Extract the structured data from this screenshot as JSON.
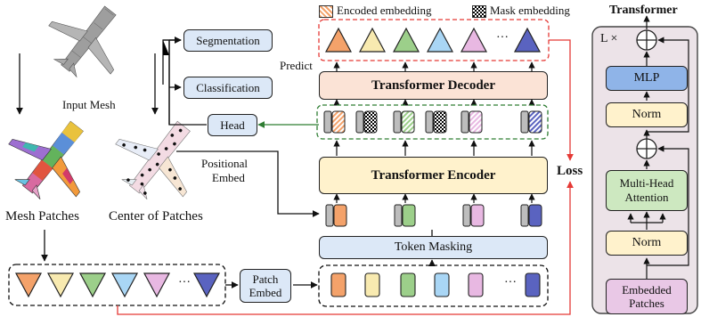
{
  "legend": {
    "encoded": "Encoded embedding",
    "mask": "Mask embedding"
  },
  "labels": {
    "input_mesh": "Input Mesh",
    "mesh_patches": "Mesh Patches",
    "center_of_patches": "Center of Patches",
    "positional_embed_line1": "Positional",
    "positional_embed_line2": "Embed",
    "predict": "Predict",
    "loss": "Loss",
    "ellipsis": "···"
  },
  "boxes": {
    "segmentation": "Segmentation",
    "classification": "Classification",
    "head": "Head",
    "decoder": "Transformer Decoder",
    "encoder": "Transformer Encoder",
    "token_masking": "Token Masking",
    "patch_embed_line1": "Patch",
    "patch_embed_line2": "Embed"
  },
  "transformer_block": {
    "title": "Transformer",
    "repeat": "L ×",
    "mlp": "MLP",
    "norm_top": "Norm",
    "attention_line1": "Multi-Head",
    "attention_line2": "Attention",
    "norm_bottom": "Norm",
    "input_line1": "Embedded",
    "input_line2": "Patches"
  },
  "colors": {
    "orange": "#f4a26a",
    "yellow": "#f8eab0",
    "green": "#9ccf8a",
    "blue": "#a9d6f5",
    "pink": "#e8b8e2",
    "navy": "#5a63c0",
    "decoder_fill": "#fbe3d6",
    "encoder_fill": "#fff2cc",
    "masking_fill": "#dce8f7",
    "mlp_fill": "#8fb4e8",
    "attention_fill": "#cde8c0",
    "norm_fill": "#fff2cc",
    "block_bg": "#ece3e8",
    "embedded_fill": "#e9c8e6",
    "loss_red": "#e53935",
    "head_arrow_green": "#2e7d32"
  },
  "token_colors": [
    "orange",
    "yellow",
    "green",
    "blue",
    "pink",
    "navy"
  ]
}
